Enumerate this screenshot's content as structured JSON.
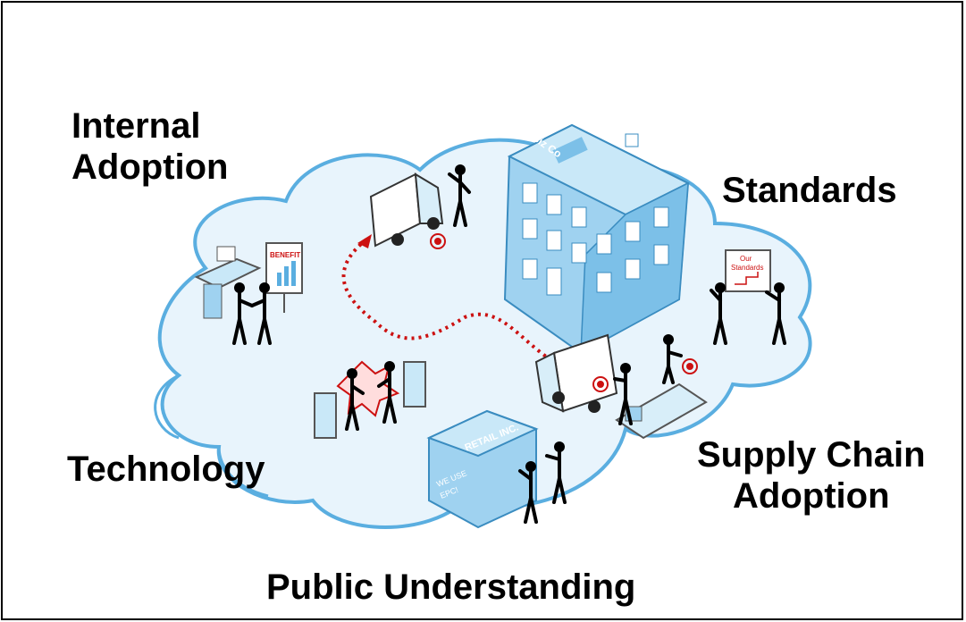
{
  "labels": {
    "internal_line1": "Internal",
    "internal_line2": "Adoption",
    "standards": "Standards",
    "technology": "Technology",
    "supply_line1": "Supply Chain",
    "supply_line2": "Adoption",
    "public": "Public Understanding"
  },
  "signs": {
    "building": "MyBiz Co",
    "benefit": "BENEFIT",
    "our_standards_line1": "Our",
    "our_standards_line2": "Standards",
    "retail": "RETAIL INC.",
    "we_use_1": "WE USE",
    "we_use_2": "EPC!"
  },
  "colors": {
    "cloud_fill": "#e8f4fc",
    "cloud_stroke": "#5aaee0",
    "building_blue": "#9fd2f0",
    "route_red": "#cc1111"
  }
}
